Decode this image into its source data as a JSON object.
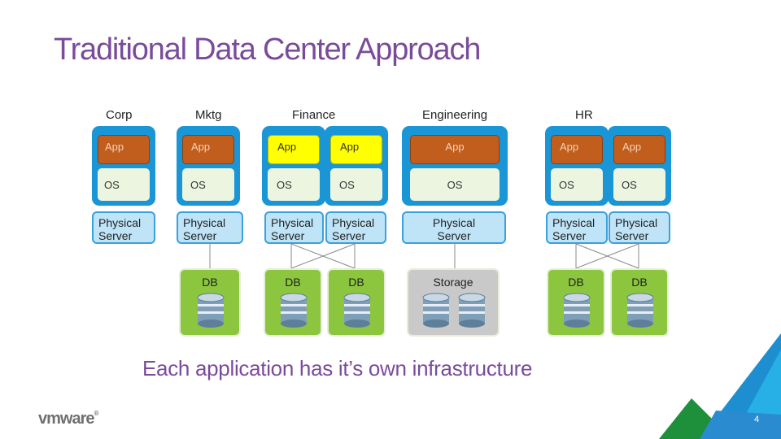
{
  "title": "Traditional Data Center Approach",
  "departments": {
    "corp": "Corp",
    "mktg": "Mktg",
    "finance": "Finance",
    "engineering": "Engineering",
    "hr": "HR"
  },
  "labels": {
    "app": "App",
    "os": "OS",
    "physical_server_1": "Physical",
    "physical_server_2": "Server",
    "db": "DB",
    "storage": "Storage"
  },
  "subtitle": "Each application has it’s own infrastructure",
  "logo": {
    "text": "vmware",
    "mark": "®"
  },
  "page_number": "4",
  "colors": {
    "title": "#7a4b9a",
    "server_blue": "#1a95d6",
    "app_orange": "#c25e1d",
    "app_yellow": "#ffff00",
    "os_bg": "#ecf5e0",
    "physical_bg": "#bfe4f7",
    "db_green": "#8cc63f",
    "storage_gray": "#c9c9c9"
  }
}
